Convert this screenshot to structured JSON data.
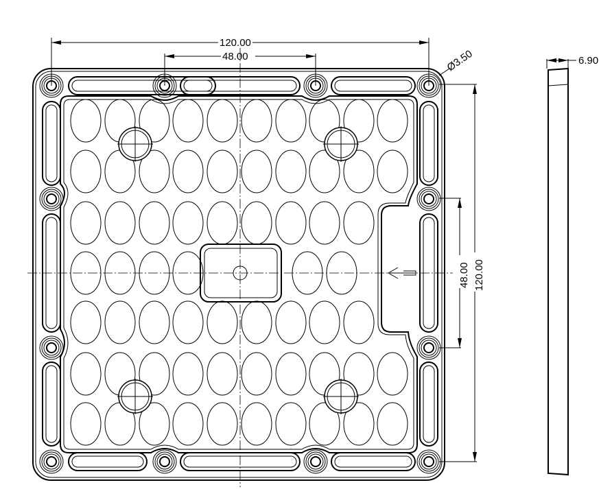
{
  "drawing": {
    "dimensions": {
      "overall_width": "120.00",
      "hole_spacing_width": "48.00",
      "hole_diameter": "Ø3.50",
      "overall_height": "120.00",
      "hole_spacing_height": "48.00",
      "thickness": "6.90"
    },
    "grid": {
      "rows": [
        [
          1,
          1,
          1,
          1,
          1,
          1,
          1,
          1,
          1,
          1
        ],
        [
          1,
          1,
          1,
          1,
          1,
          1,
          1,
          1,
          1,
          1
        ],
        [
          1,
          1,
          1,
          1,
          1,
          1,
          1,
          1,
          1,
          0
        ],
        [
          1,
          1,
          1,
          1,
          0,
          0,
          0,
          1,
          1,
          0
        ],
        [
          1,
          1,
          1,
          1,
          1,
          1,
          1,
          1,
          1,
          0
        ],
        [
          1,
          1,
          1,
          1,
          1,
          1,
          1,
          1,
          1,
          1
        ],
        [
          1,
          1,
          1,
          1,
          1,
          1,
          1,
          1,
          1,
          1
        ]
      ]
    }
  }
}
